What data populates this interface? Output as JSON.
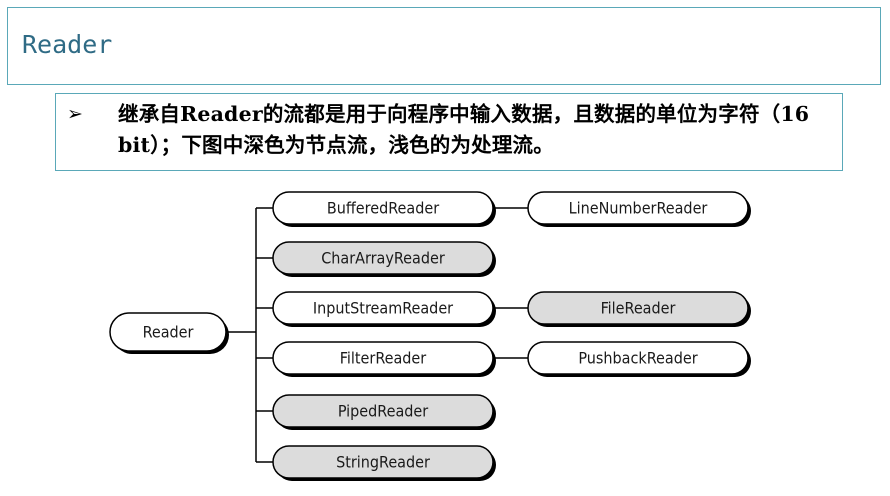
{
  "title": "Reader",
  "note": {
    "bullet": "➢",
    "text": "继承自Reader的流都是用于向程序中输入数据，且数据的单位为字符（16 bit）；下图中深色为节点流，浅色的为处理流。"
  },
  "diagram": {
    "root": "Reader",
    "children": [
      {
        "label": "BufferedReader",
        "shade": "light",
        "child": {
          "label": "LineNumberReader",
          "shade": "light"
        }
      },
      {
        "label": "CharArrayReader",
        "shade": "dark"
      },
      {
        "label": "InputStreamReader",
        "shade": "light",
        "child": {
          "label": "FileReader",
          "shade": "dark"
        }
      },
      {
        "label": "FilterReader",
        "shade": "light",
        "child": {
          "label": "PushbackReader",
          "shade": "light"
        }
      },
      {
        "label": "PipedReader",
        "shade": "dark"
      },
      {
        "label": "StringReader",
        "shade": "dark"
      }
    ],
    "colors": {
      "light": "#ffffff",
      "dark": "#dcdcdc",
      "line": "#000000"
    }
  }
}
